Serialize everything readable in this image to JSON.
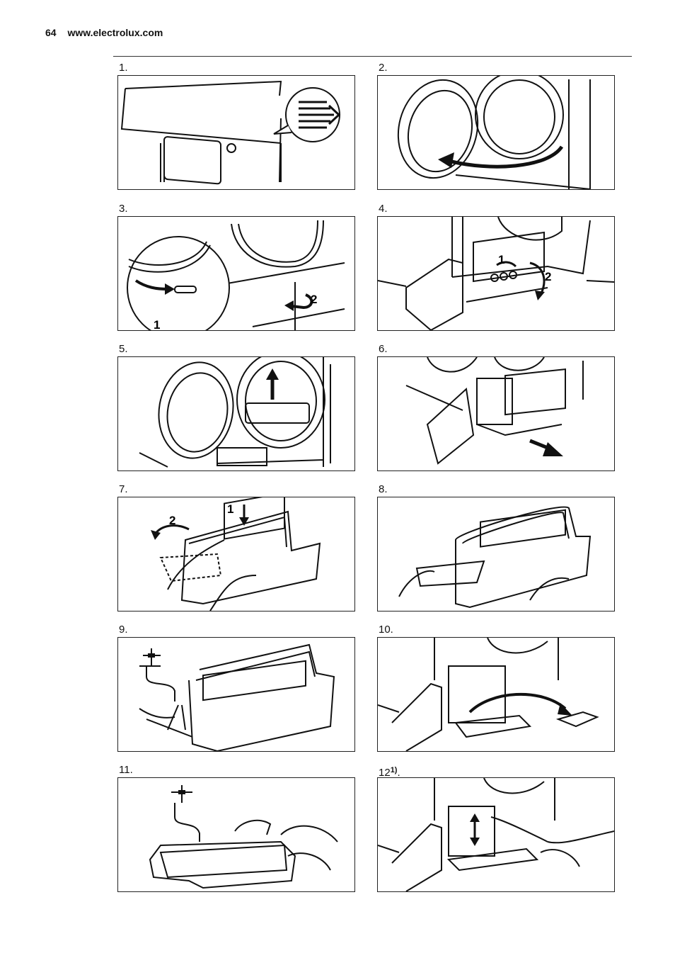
{
  "header": {
    "page_number": "64",
    "website": "www.electrolux.com"
  },
  "steps": [
    {
      "label": "1."
    },
    {
      "label": "2."
    },
    {
      "label": "3.",
      "marks": [
        "1",
        "2"
      ]
    },
    {
      "label": "4.",
      "marks": [
        "1",
        "2"
      ]
    },
    {
      "label": "5."
    },
    {
      "label": "6."
    },
    {
      "label": "7.",
      "marks": [
        "1",
        "2"
      ]
    },
    {
      "label": "8."
    },
    {
      "label": "9."
    },
    {
      "label": "10."
    },
    {
      "label": "11."
    },
    {
      "label": "12",
      "footnote": "1)",
      "suffix": "."
    }
  ]
}
